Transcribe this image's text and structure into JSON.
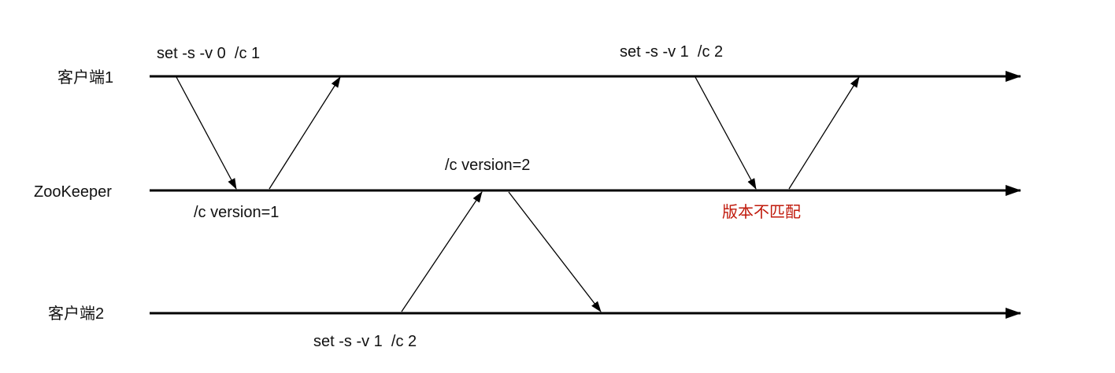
{
  "lanes": {
    "client1": "客户端1",
    "zookeeper": "ZooKeeper",
    "client2": "客户端2"
  },
  "labels": {
    "client1_cmd_first": "set -s -v 0  /c 1",
    "client1_cmd_second": "set -s -v 1  /c 2",
    "zk_version_1": "/c version=1",
    "zk_version_2": "/c version=2",
    "zk_mismatch": "版本不匹配",
    "client2_cmd": "set -s -v 1  /c 2"
  },
  "colors": {
    "line": "#000000",
    "text": "#111111",
    "mismatch": "#c0190b",
    "background": "#ffffff"
  }
}
